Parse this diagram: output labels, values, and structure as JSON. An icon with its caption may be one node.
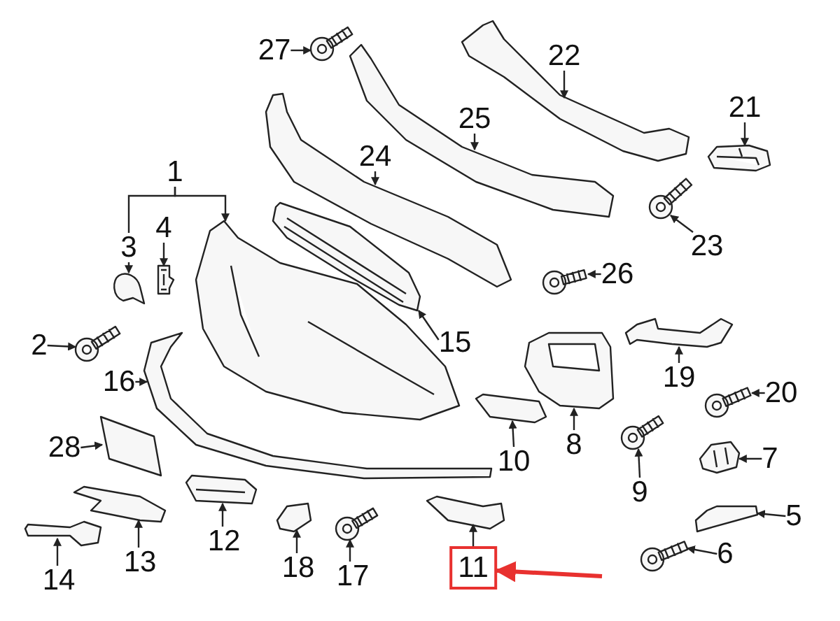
{
  "diagram": {
    "nodes": [
      {
        "text": [
          "1"
        ]
      },
      {
        "text": [
          "2"
        ]
      },
      {
        "text": [
          "3"
        ]
      },
      {
        "text": [
          "4"
        ]
      },
      {
        "text": [
          "5"
        ]
      },
      {
        "text": [
          "6"
        ]
      },
      {
        "text": [
          "7"
        ]
      },
      {
        "text": [
          "8"
        ]
      },
      {
        "text": [
          "9"
        ]
      },
      {
        "text": [
          "10"
        ]
      },
      {
        "text": [
          "11"
        ]
      },
      {
        "text": [
          "12"
        ]
      },
      {
        "text": [
          "13"
        ]
      },
      {
        "text": [
          "14"
        ]
      },
      {
        "text": [
          "15"
        ]
      },
      {
        "text": [
          "16"
        ]
      },
      {
        "text": [
          "17"
        ]
      },
      {
        "text": [
          "18"
        ]
      },
      {
        "text": [
          "19"
        ]
      },
      {
        "text": [
          "20"
        ]
      },
      {
        "text": [
          "21"
        ]
      },
      {
        "text": [
          "22"
        ]
      },
      {
        "text": [
          "23"
        ]
      },
      {
        "text": [
          "24"
        ]
      },
      {
        "text": [
          "25"
        ]
      },
      {
        "text": [
          "26"
        ]
      },
      {
        "text": [
          "27"
        ]
      },
      {
        "text": [
          "28"
        ]
      },
      {
        "text": [],
        "shape": "picture"
      },
      {
        "text": [],
        "shape": "picture"
      },
      {
        "text": [],
        "shape": "picture"
      },
      {
        "text": [],
        "shape": "picture"
      },
      {
        "text": [],
        "shape": "picture"
      },
      {
        "text": [],
        "shape": "picture"
      },
      {
        "text": [],
        "shape": "picture"
      },
      {
        "text": [],
        "shape": "picture"
      },
      {
        "text": [],
        "shape": "picture"
      },
      {
        "text": [],
        "shape": "picture"
      },
      {
        "text": [],
        "shape": "picture"
      },
      {
        "text": [],
        "shape": "picture"
      },
      {
        "text": [],
        "shape": "picture"
      },
      {
        "text": [],
        "shape": "picture"
      },
      {
        "text": [],
        "shape": "picture"
      },
      {
        "text": [],
        "shape": "picture"
      },
      {
        "text": [],
        "shape": "picture"
      },
      {
        "text": [],
        "shape": "picture"
      },
      {
        "text": [],
        "shape": "picture"
      },
      {
        "text": [],
        "shape": "picture"
      },
      {
        "text": [],
        "shape": "picture"
      },
      {
        "text": [],
        "shape": "picture"
      },
      {
        "text": [],
        "shape": "picture"
      },
      {
        "text": [],
        "shape": "picture"
      },
      {
        "text": [],
        "shape": "picture"
      },
      {
        "text": [],
        "shape": "picture"
      },
      {
        "text": [],
        "shape": "picture"
      },
      {
        "text": [],
        "shape": "picture"
      }
    ],
    "edges": [
      {
        "from": 0,
        "to": 28,
        "arrow": "to"
      },
      {
        "from": 0,
        "to": 2,
        "arrow": "none"
      },
      {
        "from": 1,
        "to": 29,
        "arrow": "to"
      },
      {
        "from": 2,
        "to": 30,
        "arrow": "to"
      },
      {
        "from": 3,
        "to": 31,
        "arrow": "to"
      },
      {
        "from": 4,
        "to": 32,
        "arrow": "to"
      },
      {
        "from": 5,
        "to": 33,
        "arrow": "to"
      },
      {
        "from": 6,
        "to": 34,
        "arrow": "to"
      },
      {
        "from": 7,
        "to": 35,
        "arrow": "to"
      },
      {
        "from": 8,
        "to": 36,
        "arrow": "to"
      },
      {
        "from": 9,
        "to": 37,
        "arrow": "to"
      },
      {
        "from": 10,
        "to": 38,
        "arrow": "to"
      },
      {
        "from": 11,
        "to": 39,
        "arrow": "to"
      },
      {
        "from": 12,
        "to": 40,
        "arrow": "to"
      },
      {
        "from": 13,
        "to": 41,
        "arrow": "to"
      },
      {
        "from": 14,
        "to": 42,
        "arrow": "to"
      },
      {
        "from": 15,
        "to": 43,
        "arrow": "to"
      },
      {
        "from": 16,
        "to": 44,
        "arrow": "to"
      },
      {
        "from": 17,
        "to": 45,
        "arrow": "to"
      },
      {
        "from": 18,
        "to": 46,
        "arrow": "to"
      },
      {
        "from": 19,
        "to": 47,
        "arrow": "to"
      },
      {
        "from": 20,
        "to": 48,
        "arrow": "to"
      },
      {
        "from": 21,
        "to": 49,
        "arrow": "to"
      },
      {
        "from": 22,
        "to": 50,
        "arrow": "to"
      },
      {
        "from": 23,
        "to": 51,
        "arrow": "to"
      },
      {
        "from": 24,
        "to": 52,
        "arrow": "to"
      },
      {
        "from": 25,
        "to": 53,
        "arrow": "to"
      },
      {
        "from": 26,
        "to": 54,
        "arrow": "to"
      },
      {
        "from": 27,
        "to": 55,
        "arrow": "to"
      },
      {
        "from": null,
        "to": 10,
        "arrow": "to",
        "style": "thick",
        "color": "#e8312f"
      }
    ]
  }
}
